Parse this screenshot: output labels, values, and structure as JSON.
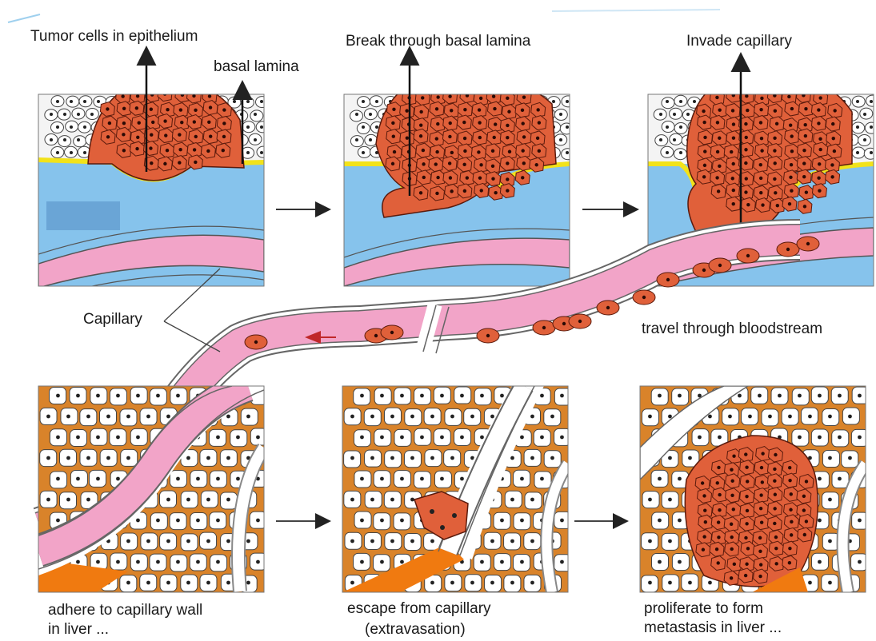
{
  "labels": {
    "tumor_in_epithelium": "Tumor cells in epithelium",
    "basal_lamina": "basal lamina",
    "break_through": "Break through basal lamina",
    "invade_capillary": "Invade capillary",
    "capillary": "Capillary",
    "travel": "travel through bloodstream",
    "adhere_line1": "adhere to capillary wall",
    "adhere_line2": "in liver ...",
    "escape_line1": "escape from capillary",
    "escape_line2": "(extravasation)",
    "proliferate_line1": "proliferate to form",
    "proliferate_line2": "metastasis in liver ..."
  },
  "colors": {
    "tumor": "#e0603a",
    "tumor_outline": "#5a1a0c",
    "stroma": "#86c3ec",
    "basal_lamina": "#f2e21a",
    "capillary": "#f2a4c8",
    "liver_matrix": "#d9832a",
    "liver_dark": "#f07a10",
    "epithelium_cell": "#ffffff"
  }
}
